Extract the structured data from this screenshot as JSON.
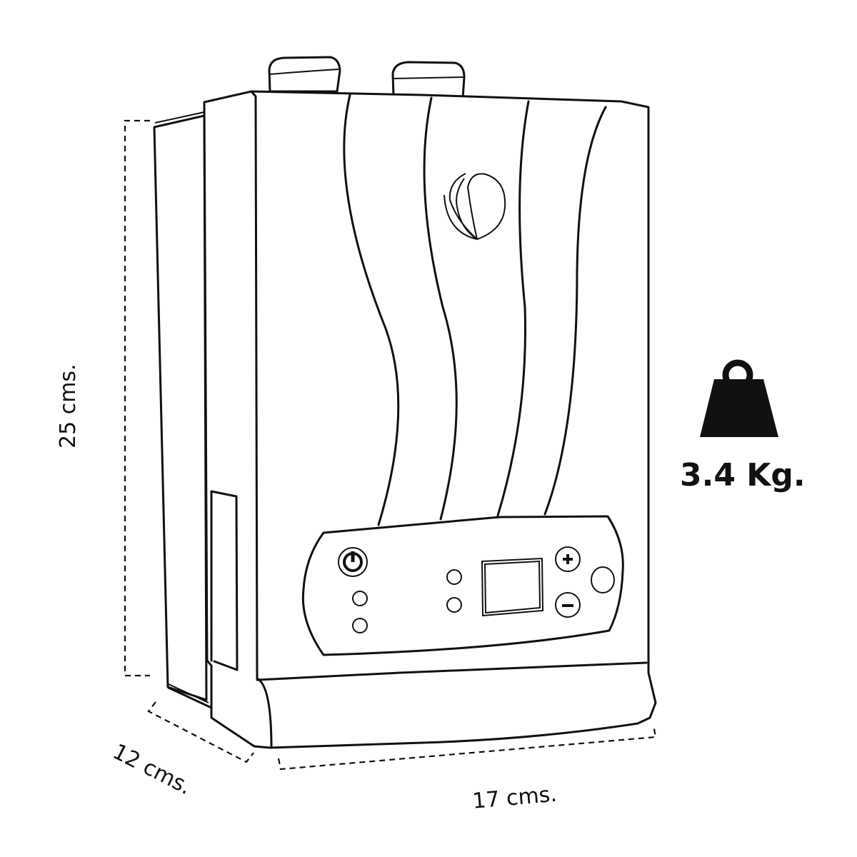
{
  "diagram": {
    "subject": "Wall-mounted water heater line drawing",
    "dimensions": {
      "height": "25 cms.",
      "depth": "12 cms.",
      "width": "17 cms."
    },
    "weight": {
      "icon": "weight-icon",
      "value": "3.4 Kg."
    },
    "control_panel": {
      "buttons": [
        "power-icon",
        "plus-icon",
        "minus-icon"
      ],
      "indicator_count": 4,
      "display": "blank-lcd-screen"
    },
    "logo_icon": "flame-logo-icon",
    "colors": {
      "line": "#111111",
      "background": "#ffffff"
    }
  }
}
